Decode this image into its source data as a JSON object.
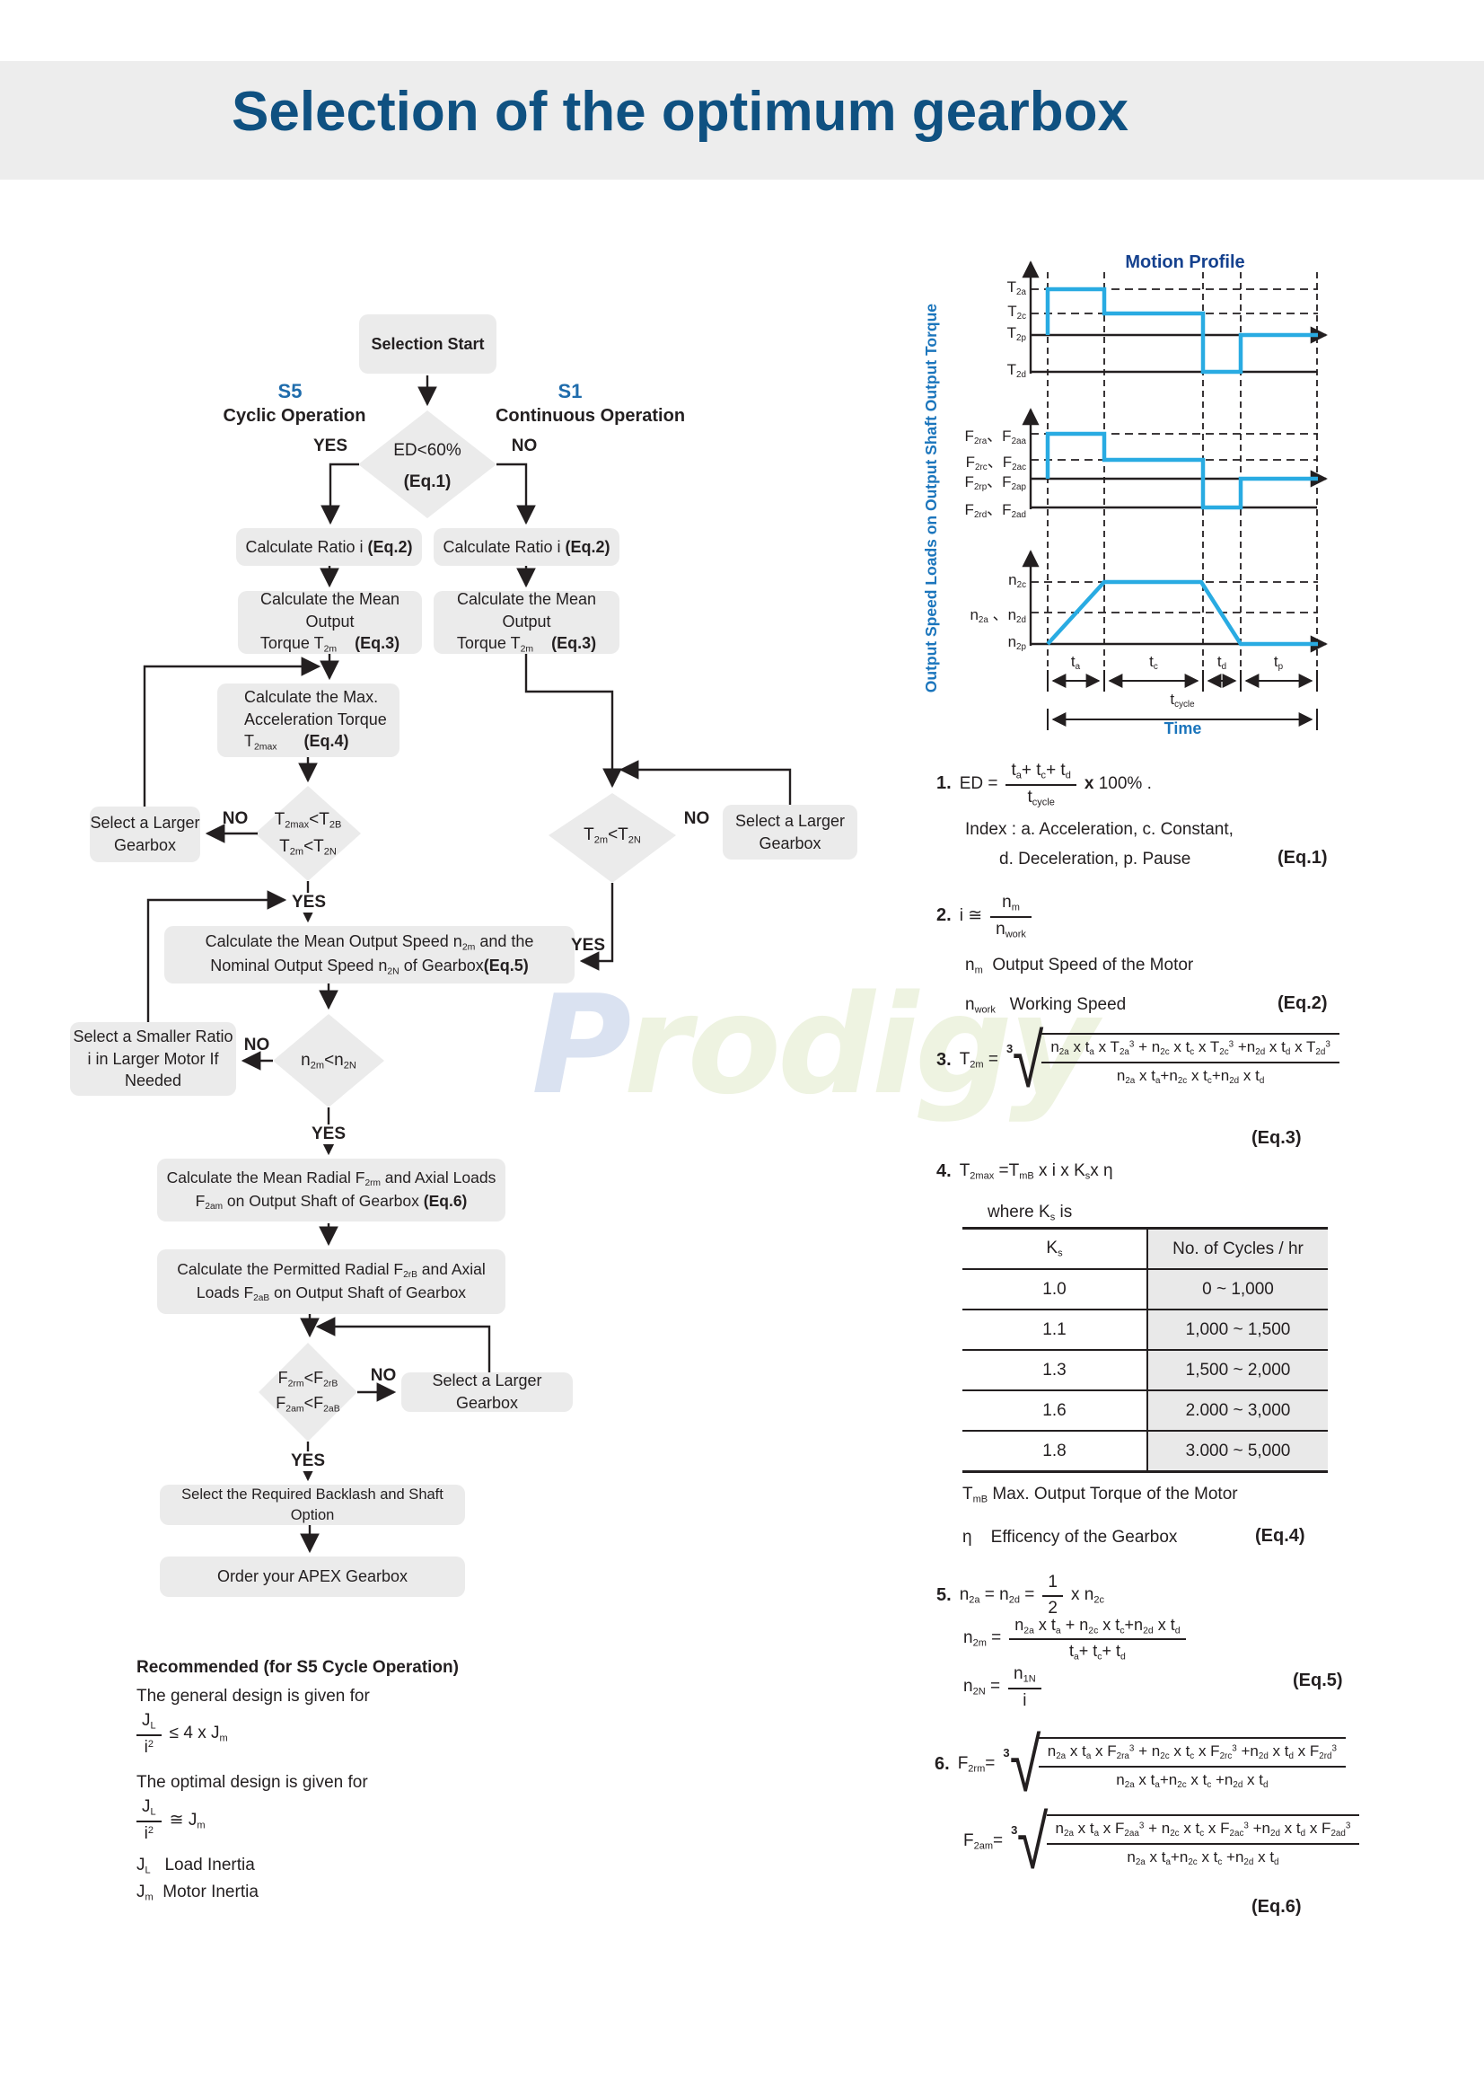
{
  "page": {
    "title": "Selection of the optimum gearbox"
  },
  "watermark": {
    "first": "P",
    "rest": "rodigy"
  },
  "colors": {
    "title_blue": "#0f5181",
    "accent_blue": "#1f6cac",
    "profile_title_blue": "#15418e",
    "axis_label_blue": "#1b75bc",
    "chart_cyan": "#29abe2",
    "line_black": "#231f20",
    "panel_gray": "#ebebeb",
    "header_gray": "#ededed"
  },
  "flow": {
    "yes": "YES",
    "no": "NO",
    "start": "Selection Start",
    "s5": "S5",
    "s5_label": "Cyclic Operation",
    "s1": "S1",
    "s1_label": "Continuous Operation",
    "d_ed": "ED<60%",
    "d_ed_tag": "(Eq.1)",
    "ratio": [
      {
        "t": "Calculate Ratio i  "
      },
      {
        "t": "(Eq.2)",
        "f": "b"
      }
    ],
    "mean_torque_1": "Calculate the Mean Output",
    "mean_torque_2": [
      {
        "t": "Torque T"
      },
      {
        "t": "2m",
        "f": "s"
      },
      {
        "t": "    "
      },
      {
        "t": "(Eq.3)",
        "f": "b"
      }
    ],
    "max_acc_1": "Calculate the Max.",
    "max_acc_2": "Acceleration Torque",
    "max_acc_3": [
      {
        "t": "T"
      },
      {
        "t": "2max",
        "f": "s"
      },
      {
        "t": "      "
      },
      {
        "t": "(Eq.4)",
        "f": "b"
      }
    ],
    "d_t1": [
      {
        "t": "T"
      },
      {
        "t": "2max",
        "f": "s"
      },
      {
        "t": "<T"
      },
      {
        "t": "2B",
        "f": "s"
      }
    ],
    "d_t2": [
      {
        "t": "T"
      },
      {
        "t": "2m",
        "f": "s"
      },
      {
        "t": "<T"
      },
      {
        "t": "2N",
        "f": "s"
      }
    ],
    "d_t_right": [
      {
        "t": "T"
      },
      {
        "t": "2m",
        "f": "s"
      },
      {
        "t": "<T"
      },
      {
        "t": "2N",
        "f": "s"
      }
    ],
    "sel_larger_1": "Select a Larger",
    "sel_larger_2": "Gearbox",
    "sel_larger_one": "Select a Larger  Gearbox",
    "speed_1": [
      {
        "t": "Calculate the Mean Output  Speed n"
      },
      {
        "t": "2m",
        "f": "s"
      },
      {
        "t": " and the"
      }
    ],
    "speed_2": [
      {
        "t": "Nominal Output Speed n"
      },
      {
        "t": "2N",
        "f": "s"
      },
      {
        "t": " of Gearbox"
      },
      {
        "t": "(Eq.5)",
        "f": "b"
      }
    ],
    "d_n": [
      {
        "t": "n"
      },
      {
        "t": "2m",
        "f": "s"
      },
      {
        "t": "<n"
      },
      {
        "t": "2N",
        "f": "s"
      }
    ],
    "smaller_1": "Select a Smaller Ratio",
    "smaller_2": "i in Larger Motor If",
    "smaller_3": "Needed",
    "radial_1": [
      {
        "t": "Calculate the Mean Radial F"
      },
      {
        "t": "2rm",
        "f": "s"
      },
      {
        "t": " and Axial  Loads"
      }
    ],
    "radial_2": [
      {
        "t": "F"
      },
      {
        "t": "2am",
        "f": "s"
      },
      {
        "t": " on Output Shaft of Gearbox "
      },
      {
        "t": "(Eq.6)",
        "f": "b"
      }
    ],
    "permitted_1": [
      {
        "t": "Calculate the Permitted Radial F"
      },
      {
        "t": "2rB",
        "f": "s"
      },
      {
        "t": " and Axial"
      }
    ],
    "permitted_2": [
      {
        "t": "Loads F"
      },
      {
        "t": "2aB",
        "f": "s"
      },
      {
        "t": " on Output Shaft of Gearbox"
      }
    ],
    "d_f1": [
      {
        "t": "F"
      },
      {
        "t": "2rm",
        "f": "s"
      },
      {
        "t": "<F"
      },
      {
        "t": "2rB",
        "f": "s"
      }
    ],
    "d_f2": [
      {
        "t": "F"
      },
      {
        "t": "2am",
        "f": "s"
      },
      {
        "t": "<F"
      },
      {
        "t": "2aB",
        "f": "s"
      }
    ],
    "backlash": "Select the Required Backlash and Shaft Option",
    "order": "Order your APEX Gearbox"
  },
  "recommended": {
    "title": "Recommended (for S5 Cycle Operation)",
    "general": "The general design is given for",
    "jl": [
      {
        "t": "J"
      },
      {
        "t": "L",
        "f": "s"
      }
    ],
    "i2": [
      {
        "t": "i"
      },
      {
        "t": "2",
        "f": "p"
      }
    ],
    "general_rhs": [
      {
        "t": "≤ 4 x J"
      },
      {
        "t": "m",
        "f": "s"
      }
    ],
    "optimal": "The optimal design is given for",
    "optimal_rhs": [
      {
        "t": "≅ J"
      },
      {
        "t": "m",
        "f": "s"
      }
    ],
    "load": [
      {
        "t": "J"
      },
      {
        "t": "L",
        "f": "s"
      },
      {
        "t": "   Load Inertia"
      }
    ],
    "motor": [
      {
        "t": "J"
      },
      {
        "t": "m",
        "f": "s"
      },
      {
        "t": "  Motor Inertia"
      }
    ]
  },
  "motion": {
    "title": "Motion Profile",
    "y_axis": "Output Speed Loads on Output Shaft Output Torque",
    "x_axis": "Time",
    "t2a": [
      {
        "t": "T"
      },
      {
        "t": "2a",
        "f": "s"
      }
    ],
    "t2c": [
      {
        "t": "T"
      },
      {
        "t": "2c",
        "f": "s"
      }
    ],
    "t2p": [
      {
        "t": "T"
      },
      {
        "t": "2p",
        "f": "s"
      }
    ],
    "t2d": [
      {
        "t": "T"
      },
      {
        "t": "2d",
        "f": "s"
      }
    ],
    "f_aa": [
      {
        "t": "F"
      },
      {
        "t": "2ra",
        "f": "s"
      },
      {
        "t": "、F"
      },
      {
        "t": "2aa",
        "f": "s"
      }
    ],
    "f_ac": [
      {
        "t": "F"
      },
      {
        "t": "2rc",
        "f": "s"
      },
      {
        "t": "、F"
      },
      {
        "t": "2ac",
        "f": "s"
      }
    ],
    "f_ap": [
      {
        "t": "F"
      },
      {
        "t": "2rp",
        "f": "s"
      },
      {
        "t": "、F"
      },
      {
        "t": "2ap",
        "f": "s"
      }
    ],
    "f_ad": [
      {
        "t": "F"
      },
      {
        "t": "2rd",
        "f": "s"
      },
      {
        "t": "、F"
      },
      {
        "t": "2ad",
        "f": "s"
      }
    ],
    "n2c": [
      {
        "t": "n"
      },
      {
        "t": "2c",
        "f": "s"
      }
    ],
    "n2ad": [
      {
        "t": "n"
      },
      {
        "t": "2a",
        "f": "s"
      },
      {
        "t": " 、n"
      },
      {
        "t": "2d",
        "f": "s"
      }
    ],
    "n2p": [
      {
        "t": "n"
      },
      {
        "t": "2p",
        "f": "s"
      }
    ],
    "t_a": [
      {
        "t": "t"
      },
      {
        "t": "a",
        "f": "s"
      }
    ],
    "t_c": [
      {
        "t": "t"
      },
      {
        "t": "c",
        "f": "s"
      }
    ],
    "t_d": [
      {
        "t": "t"
      },
      {
        "t": "d",
        "f": "s"
      }
    ],
    "t_p": [
      {
        "t": "t"
      },
      {
        "t": "p",
        "f": "s"
      }
    ],
    "t_cycle": [
      {
        "t": "t"
      },
      {
        "t": "cycle",
        "f": "s"
      }
    ]
  },
  "eq": {
    "radical": "√",
    "root_idx": "3",
    "n1": "1.",
    "n2": "2.",
    "n3": "3.",
    "n4": "4.",
    "n5": "5.",
    "n6": "6.",
    "tag1": "(Eq.1)",
    "tag2": "(Eq.2)",
    "tag3": "(Eq.3)",
    "tag4": "(Eq.4)",
    "tag5": "(Eq.5)",
    "tag6": "(Eq.6)",
    "e1_lhs": "ED =",
    "e1_num": [
      {
        "t": "t"
      },
      {
        "t": "a",
        "f": "s"
      },
      {
        "t": "+ t"
      },
      {
        "t": "c",
        "f": "s"
      },
      {
        "t": "+ t"
      },
      {
        "t": "d",
        "f": "s"
      }
    ],
    "e1_den": [
      {
        "t": "t"
      },
      {
        "t": "cycle",
        "f": "s"
      }
    ],
    "e1_rhs": [
      {
        "t": "x",
        "f": "b"
      },
      {
        "t": " 100% ."
      }
    ],
    "e1_idx1": "Index : a. Acceleration, c. Constant,",
    "e1_idx2": "d. Deceleration, p. Pause",
    "e2_lhs": "i ≅",
    "e2_num": [
      {
        "t": "n"
      },
      {
        "t": "m",
        "f": "s"
      }
    ],
    "e2_den": [
      {
        "t": "n"
      },
      {
        "t": "work",
        "f": "s"
      }
    ],
    "e2_def1": [
      {
        "t": "n"
      },
      {
        "t": "m",
        "f": "s"
      },
      {
        "t": "  Output Speed of the Motor"
      }
    ],
    "e2_def2": [
      {
        "t": "n"
      },
      {
        "t": "work",
        "f": "s"
      },
      {
        "t": "   Working Speed"
      }
    ],
    "e3_lhs": [
      {
        "t": "T"
      },
      {
        "t": "2m",
        "f": "s"
      },
      {
        "t": " ="
      }
    ],
    "e3_num": [
      {
        "t": "n"
      },
      {
        "t": "2a",
        "f": "s"
      },
      {
        "t": " x t"
      },
      {
        "t": "a",
        "f": "s"
      },
      {
        "t": " x T"
      },
      {
        "t": "2a",
        "f": "s"
      },
      {
        "t": "3",
        "f": "p"
      },
      {
        "t": " + n"
      },
      {
        "t": "2c",
        "f": "s"
      },
      {
        "t": " x t"
      },
      {
        "t": "c",
        "f": "s"
      },
      {
        "t": " x T"
      },
      {
        "t": "2c",
        "f": "s"
      },
      {
        "t": "3",
        "f": "p"
      },
      {
        "t": " +n"
      },
      {
        "t": "2d",
        "f": "s"
      },
      {
        "t": " x t"
      },
      {
        "t": "d",
        "f": "s"
      },
      {
        "t": " x T"
      },
      {
        "t": "2d",
        "f": "s"
      },
      {
        "t": "3",
        "f": "p"
      }
    ],
    "e3_den": [
      {
        "t": "n"
      },
      {
        "t": "2a",
        "f": "s"
      },
      {
        "t": " x t"
      },
      {
        "t": "a",
        "f": "s"
      },
      {
        "t": "+n"
      },
      {
        "t": "2c",
        "f": "s"
      },
      {
        "t": " x t"
      },
      {
        "t": "c",
        "f": "s"
      },
      {
        "t": "+n"
      },
      {
        "t": "2d",
        "f": "s"
      },
      {
        "t": " x t"
      },
      {
        "t": "d",
        "f": "s"
      }
    ],
    "e4_body": [
      {
        "t": "T"
      },
      {
        "t": "2max",
        "f": "s"
      },
      {
        "t": " =T"
      },
      {
        "t": "mB",
        "f": "s"
      },
      {
        "t": " x  i x K"
      },
      {
        "t": "s",
        "f": "s"
      },
      {
        "t": "x η"
      }
    ],
    "where_ks": [
      {
        "t": "where K"
      },
      {
        "t": "s",
        "f": "s"
      },
      {
        "t": " is"
      }
    ],
    "tmb": [
      {
        "t": "T"
      },
      {
        "t": "mB",
        "f": "s"
      },
      {
        "t": " Max. Output Torque of the Motor"
      }
    ],
    "eta": "η    Efficency of the Gearbox",
    "e5_l1": [
      {
        "t": "n"
      },
      {
        "t": "2a",
        "f": "s"
      },
      {
        "t": " = n"
      },
      {
        "t": "2d",
        "f": "s"
      },
      {
        "t": " ="
      }
    ],
    "e5_half_num": "1",
    "e5_half_den": "2",
    "e5_l1_rhs": [
      {
        "t": "x n"
      },
      {
        "t": "2c",
        "f": "s"
      }
    ],
    "e5_l2_lhs": [
      {
        "t": "n"
      },
      {
        "t": "2m",
        "f": "s"
      },
      {
        "t": " ="
      }
    ],
    "e5_l2_num": [
      {
        "t": "n"
      },
      {
        "t": "2a",
        "f": "s"
      },
      {
        "t": " x t"
      },
      {
        "t": "a",
        "f": "s"
      },
      {
        "t": " + n"
      },
      {
        "t": "2c",
        "f": "s"
      },
      {
        "t": " x t"
      },
      {
        "t": "c",
        "f": "s"
      },
      {
        "t": "+n"
      },
      {
        "t": "2d",
        "f": "s"
      },
      {
        "t": " x t"
      },
      {
        "t": "d",
        "f": "s"
      }
    ],
    "e5_l2_den": [
      {
        "t": "t"
      },
      {
        "t": "a",
        "f": "s"
      },
      {
        "t": "+ t"
      },
      {
        "t": "c",
        "f": "s"
      },
      {
        "t": "+ t"
      },
      {
        "t": "d",
        "f": "s"
      }
    ],
    "e5_l3_lhs": [
      {
        "t": "n"
      },
      {
        "t": "2N",
        "f": "s"
      },
      {
        "t": " ="
      }
    ],
    "e5_l3_num": [
      {
        "t": "n"
      },
      {
        "t": "1N",
        "f": "s"
      }
    ],
    "e5_l3_den": "i",
    "e6_l1_lhs": [
      {
        "t": "F"
      },
      {
        "t": "2rm",
        "f": "s"
      },
      {
        "t": "="
      }
    ],
    "e6_l1_num": [
      {
        "t": "n"
      },
      {
        "t": "2a",
        "f": "s"
      },
      {
        "t": " x t"
      },
      {
        "t": "a",
        "f": "s"
      },
      {
        "t": " x F"
      },
      {
        "t": "2ra",
        "f": "s"
      },
      {
        "t": "3",
        "f": "p"
      },
      {
        "t": " + n"
      },
      {
        "t": "2c",
        "f": "s"
      },
      {
        "t": " x t"
      },
      {
        "t": "c",
        "f": "s"
      },
      {
        "t": " x F"
      },
      {
        "t": "2rc",
        "f": "s"
      },
      {
        "t": "3",
        "f": "p"
      },
      {
        "t": " +n"
      },
      {
        "t": "2d",
        "f": "s"
      },
      {
        "t": " x t"
      },
      {
        "t": "d",
        "f": "s"
      },
      {
        "t": " x F"
      },
      {
        "t": "2rd",
        "f": "s"
      },
      {
        "t": "3",
        "f": "p"
      }
    ],
    "e6_l1_den": [
      {
        "t": "n"
      },
      {
        "t": "2a",
        "f": "s"
      },
      {
        "t": " x t"
      },
      {
        "t": "a",
        "f": "s"
      },
      {
        "t": "+n"
      },
      {
        "t": "2c",
        "f": "s"
      },
      {
        "t": " x t"
      },
      {
        "t": "c",
        "f": "s"
      },
      {
        "t": " +n"
      },
      {
        "t": "2d",
        "f": "s"
      },
      {
        "t": " x t"
      },
      {
        "t": "d",
        "f": "s"
      }
    ],
    "e6_l2_lhs": [
      {
        "t": "F"
      },
      {
        "t": "2am",
        "f": "s"
      },
      {
        "t": "="
      }
    ],
    "e6_l2_num": [
      {
        "t": "n"
      },
      {
        "t": "2a",
        "f": "s"
      },
      {
        "t": " x t"
      },
      {
        "t": "a",
        "f": "s"
      },
      {
        "t": " x F"
      },
      {
        "t": "2aa",
        "f": "s"
      },
      {
        "t": "3",
        "f": "p"
      },
      {
        "t": " + n"
      },
      {
        "t": "2c",
        "f": "s"
      },
      {
        "t": " x t"
      },
      {
        "t": "c",
        "f": "s"
      },
      {
        "t": " x F"
      },
      {
        "t": "2ac",
        "f": "s"
      },
      {
        "t": "3",
        "f": "p"
      },
      {
        "t": " +n"
      },
      {
        "t": "2d",
        "f": "s"
      },
      {
        "t": " x t"
      },
      {
        "t": "d",
        "f": "s"
      },
      {
        "t": " x F"
      },
      {
        "t": "2ad",
        "f": "s"
      },
      {
        "t": "3",
        "f": "p"
      }
    ],
    "e6_l2_den": [
      {
        "t": "n"
      },
      {
        "t": "2a",
        "f": "s"
      },
      {
        "t": " x t"
      },
      {
        "t": "a",
        "f": "s"
      },
      {
        "t": "+n"
      },
      {
        "t": "2c",
        "f": "s"
      },
      {
        "t": " x t"
      },
      {
        "t": "c",
        "f": "s"
      },
      {
        "t": " +n"
      },
      {
        "t": "2d",
        "f": "s"
      },
      {
        "t": " x t"
      },
      {
        "t": "d",
        "f": "s"
      }
    ]
  },
  "ks_table": {
    "header_ks": [
      {
        "t": "K"
      },
      {
        "t": "s",
        "f": "s"
      }
    ],
    "header_cycles": "No. of Cycles / hr",
    "rows": [
      [
        "1.0",
        "0 ~ 1,000"
      ],
      [
        "1.1",
        "1,000 ~ 1,500"
      ],
      [
        "1.3",
        "1,500 ~ 2,000"
      ],
      [
        "1.6",
        "2.000 ~ 3,000"
      ],
      [
        "1.8",
        "3.000 ~ 5,000"
      ]
    ]
  },
  "chart_data": {
    "type": "line",
    "title": "Motion Profile",
    "xlabel": "Time",
    "x_segments": [
      "ta",
      "tc",
      "td",
      "tp"
    ],
    "x_total": "tcycle",
    "grid": "dashed reference lines at each level and segment boundary",
    "legend": "none",
    "subplots": [
      {
        "ylabel": "Output Torque",
        "levels": [
          "T2a",
          "T2c",
          "T2p",
          "T2d"
        ],
        "series": [
          {
            "name": "torque step profile",
            "steps": [
              [
                "ta",
                "T2a"
              ],
              [
                "tc",
                "T2c"
              ],
              [
                "td",
                "T2d"
              ],
              [
                "tp",
                "T2p"
              ]
            ]
          }
        ]
      },
      {
        "ylabel": "Loads on Output Shaft",
        "levels": [
          "F2ra、F2aa",
          "F2rc、F2ac",
          "F2rp、F2ap",
          "F2rd、F2ad"
        ],
        "series": [
          {
            "name": "load step profile",
            "steps": [
              [
                "ta",
                "F2ra、F2aa"
              ],
              [
                "tc",
                "F2rc、F2ac"
              ],
              [
                "td",
                "F2rd、F2ad"
              ],
              [
                "tp",
                "F2rp、F2ap"
              ]
            ]
          }
        ]
      },
      {
        "ylabel": "Output Speed",
        "levels": [
          "n2c",
          "n2a、n2d",
          "n2p"
        ],
        "series": [
          {
            "name": "speed trapezoid profile",
            "shape": "trapezoid",
            "steps": [
              [
                "ta",
                "ramp n2p to n2c"
              ],
              [
                "tc",
                "n2c"
              ],
              [
                "td",
                "ramp n2c to n2p"
              ],
              [
                "tp",
                "n2p"
              ]
            ]
          }
        ]
      }
    ]
  }
}
